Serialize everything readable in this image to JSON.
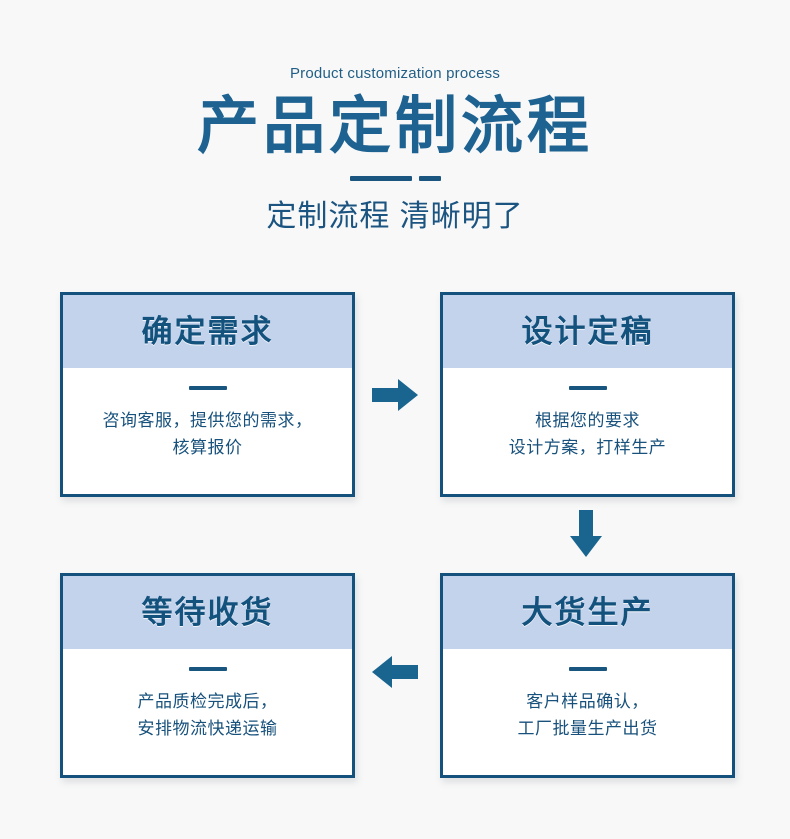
{
  "page": {
    "background_color": "#f8f8f8",
    "accent_color": "#1d6291",
    "border_color": "#14517d",
    "card_header_bg": "#c3d3ec",
    "text_color": "#17517c"
  },
  "header": {
    "eyebrow": "Product customization process",
    "title": "产品定制流程",
    "subtitle": "定制流程 清晰明了",
    "divider_icon": "double-dash-divider"
  },
  "cards": [
    {
      "step": 1,
      "title": "确定需求",
      "description": "咨询客服，提供您的需求，\n核算报价",
      "divider_icon": "short-dash"
    },
    {
      "step": 2,
      "title": "设计定稿",
      "description": "根据您的要求\n设计方案，打样生产",
      "divider_icon": "short-dash"
    },
    {
      "step": 3,
      "title": "大货生产",
      "description": "客户样品确认，\n工厂批量生产出货",
      "divider_icon": "short-dash"
    },
    {
      "step": 4,
      "title": "等待收货",
      "description": "产品质检完成后，\n安排物流快递运输",
      "divider_icon": "short-dash"
    }
  ],
  "arrows": [
    {
      "name": "arrow-right-icon",
      "direction": "right",
      "from_step": 1,
      "to_step": 2
    },
    {
      "name": "arrow-down-icon",
      "direction": "down",
      "from_step": 2,
      "to_step": 3
    },
    {
      "name": "arrow-left-icon",
      "direction": "left",
      "from_step": 3,
      "to_step": 4
    }
  ]
}
